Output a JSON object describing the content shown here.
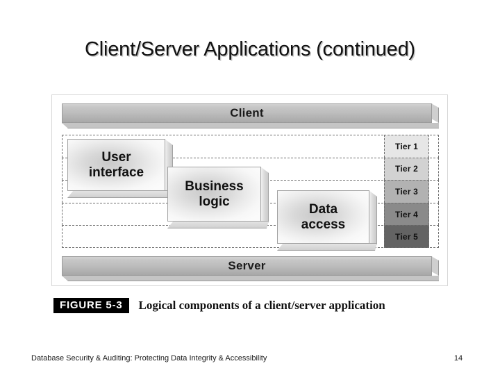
{
  "slide": {
    "title": "Client/Server Applications (continued)",
    "page_number": "14",
    "footer": "Database Security & Auditing: Protecting Data Integrity & Accessibility"
  },
  "figure": {
    "tag": "FIGURE 5-3",
    "caption": "Logical components of a client/server application",
    "top_bar_label": "Client",
    "bottom_bar_label": "Server",
    "components": [
      {
        "line1": "User",
        "line2": "interface"
      },
      {
        "line1": "Business",
        "line2": "logic"
      },
      {
        "line1": "Data",
        "line2": "access"
      }
    ],
    "tiers": [
      {
        "label": "Tier 1",
        "color": "#e6e6e6"
      },
      {
        "label": "Tier 2",
        "color": "#d2d2d2"
      },
      {
        "label": "Tier 3",
        "color": "#b2b2b2"
      },
      {
        "label": "Tier 4",
        "color": "#8a8a8a"
      },
      {
        "label": "Tier 5",
        "color": "#636363"
      }
    ]
  },
  "colors": {
    "bar_fill": "#bdbdbd",
    "frame_border": "#d7d7d7",
    "dashed_border": "#6e6e6e",
    "text": "#111111"
  }
}
